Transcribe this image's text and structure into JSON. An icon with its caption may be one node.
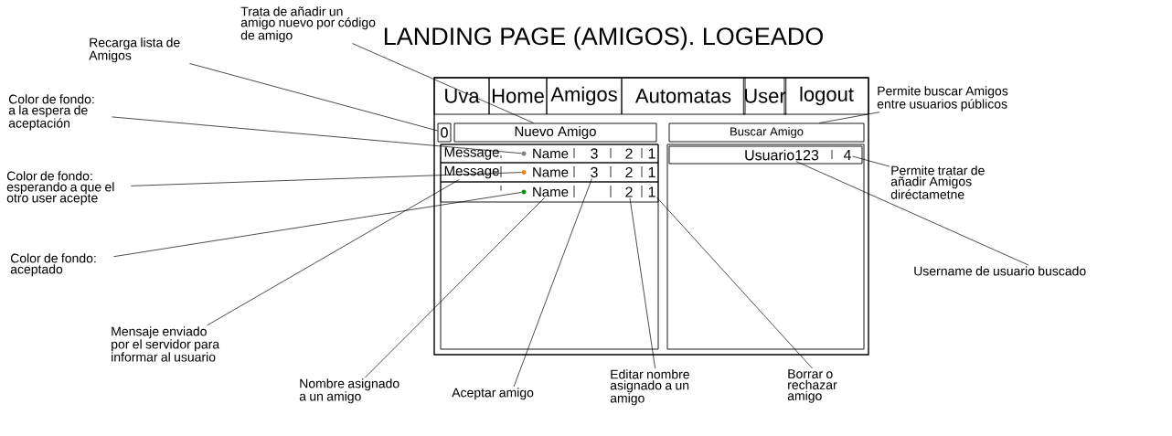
{
  "diagram": {
    "title": "LANDING PAGE (AMIGOS). LOGEADO",
    "nodes": [
      {
        "text": [],
        "shape": "box"
      },
      {
        "text": [
          "Uva"
        ],
        "in": 0
      },
      {
        "text": [
          "Home"
        ],
        "in": 0
      },
      {
        "text": [
          "Amigos"
        ],
        "in": 0
      },
      {
        "text": [
          "Automatas"
        ],
        "in": 0
      },
      {
        "text": [
          "User"
        ],
        "in": 0
      },
      {
        "text": [
          "logout"
        ],
        "in": 0
      },
      {
        "text": [
          "0"
        ],
        "in": 0
      },
      {
        "text": [
          "Nuevo Amigo"
        ],
        "in": 0
      },
      {
        "text": [
          "Buscar Amigo"
        ],
        "in": 0
      },
      {
        "text": [],
        "shape": "box",
        "in": 0
      },
      {
        "text": [],
        "shape": "box",
        "in": 10
      },
      {
        "text": [
          "Message"
        ],
        "in": 11
      },
      {
        "text": [],
        "shape": "circle",
        "in": 11
      },
      {
        "text": [
          "Name"
        ],
        "in": 11
      },
      {
        "text": [
          "3"
        ],
        "in": 11
      },
      {
        "text": [
          "2"
        ],
        "in": 11
      },
      {
        "text": [
          "1"
        ],
        "in": 11
      },
      {
        "text": [],
        "shape": "box",
        "in": 10
      },
      {
        "text": [
          "Message"
        ],
        "in": 18
      },
      {
        "text": [],
        "shape": "circle",
        "in": 18
      },
      {
        "text": [
          "Name"
        ],
        "in": 18
      },
      {
        "text": [
          "3"
        ],
        "in": 18
      },
      {
        "text": [
          "2"
        ],
        "in": 18
      },
      {
        "text": [
          "1"
        ],
        "in": 18
      },
      {
        "text": [],
        "shape": "box",
        "in": 10
      },
      {
        "text": [],
        "shape": "circle",
        "in": 25
      },
      {
        "text": [
          "Name"
        ],
        "in": 25
      },
      {
        "text": [
          "2"
        ],
        "in": 25
      },
      {
        "text": [
          "1"
        ],
        "in": 25
      },
      {
        "text": [],
        "shape": "box",
        "in": 0
      },
      {
        "text": [],
        "shape": "box",
        "in": 30
      },
      {
        "text": [
          "Usuario123"
        ],
        "in": 31
      },
      {
        "text": [
          "4"
        ],
        "in": 31
      },
      {
        "text": [
          "Trata de añadir un amigo nuevo por código de amigo"
        ]
      },
      {
        "text": [
          "Recarga lista de Amigos"
        ]
      },
      {
        "text": [
          "Color de fondo: a la espera de aceptación"
        ]
      },
      {
        "text": [
          "Color de fondo: esperando a que el otro user acepte"
        ]
      },
      {
        "text": [
          "Color de fondo: aceptado"
        ]
      },
      {
        "text": [
          "Mensaje enviado por el servidor para informar al usuario"
        ]
      },
      {
        "text": [
          "Nombre asignado a un amigo"
        ]
      },
      {
        "text": [
          "Aceptar amigo"
        ]
      },
      {
        "text": [
          "Editar nombre asignado a un amigo"
        ]
      },
      {
        "text": [
          "Borrar o rechazar amigo"
        ]
      },
      {
        "text": [
          "Permite buscar Amigos entre usuarios públicos"
        ]
      },
      {
        "text": [
          "Permite tratar de añadir Amigos diréctametne"
        ]
      },
      {
        "text": [
          "Username de usuario buscado"
        ]
      }
    ],
    "edges": [
      {
        "from": 34,
        "to": 8,
        "arrow": "none"
      },
      {
        "from": 35,
        "to": 7,
        "arrow": "none"
      },
      {
        "from": 36,
        "to": 13,
        "arrow": "none"
      },
      {
        "from": 37,
        "to": 20,
        "arrow": "none"
      },
      {
        "from": 38,
        "to": 26,
        "arrow": "none"
      },
      {
        "from": 39,
        "to": 19,
        "arrow": "none"
      },
      {
        "from": 40,
        "to": 27,
        "arrow": "none"
      },
      {
        "from": 41,
        "to": 22,
        "arrow": "none"
      },
      {
        "from": 42,
        "to": 28,
        "arrow": "none"
      },
      {
        "from": 43,
        "to": 29,
        "arrow": "none"
      },
      {
        "from": 44,
        "to": 9,
        "arrow": "none"
      },
      {
        "from": 45,
        "to": 33,
        "arrow": "none"
      },
      {
        "from": 46,
        "to": 32,
        "arrow": "none"
      }
    ]
  }
}
